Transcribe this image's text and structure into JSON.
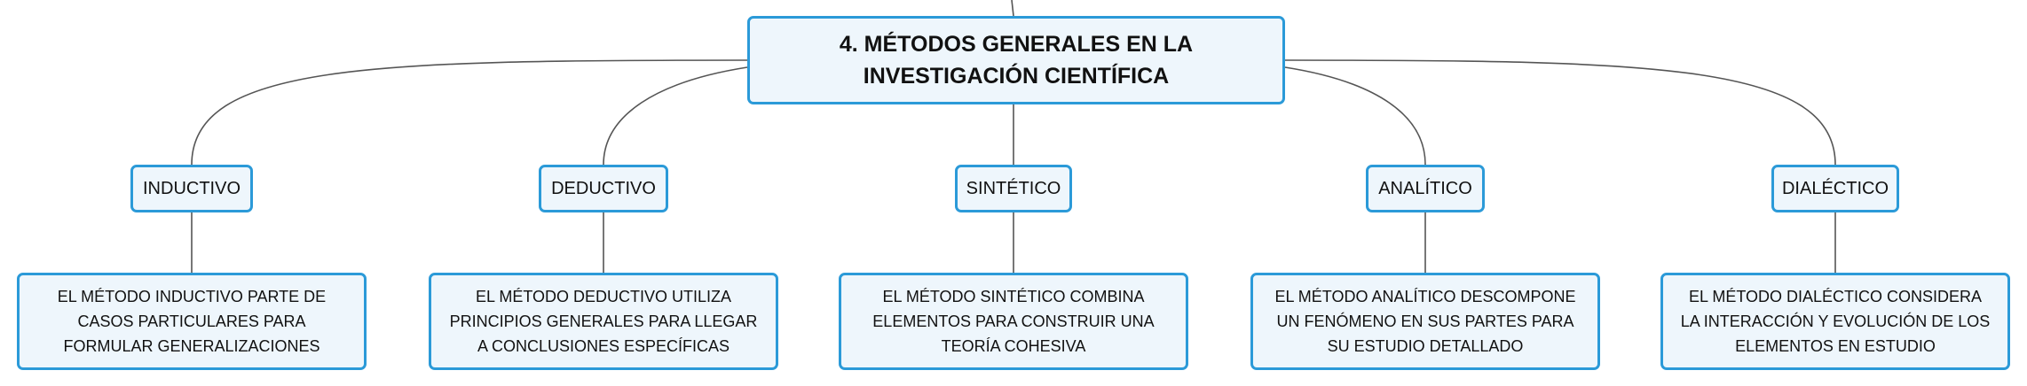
{
  "root": {
    "title": "4. MÉTODOS GENERALES EN LA INVESTIGACIÓN CIENTÍFICA"
  },
  "methods": [
    {
      "label": "INDUCTIVO",
      "description": "EL MÉTODO INDUCTIVO PARTE DE CASOS PARTICULARES PARA FORMULAR GENERALIZACIONES"
    },
    {
      "label": "DEDUCTIVO",
      "description": "EL MÉTODO DEDUCTIVO UTILIZA PRINCIPIOS GENERALES PARA LLEGAR A CONCLUSIONES ESPECÍFICAS"
    },
    {
      "label": "SINTÉTICO",
      "description": "EL MÉTODO SINTÉTICO COMBINA ELEMENTOS PARA CONSTRUIR UNA TEORÍA COHESIVA"
    },
    {
      "label": "ANALÍTICO",
      "description": "EL MÉTODO ANALÍTICO DESCOMPONE UN FENÓMENO EN SUS PARTES PARA SU ESTUDIO DETALLADO"
    },
    {
      "label": "DIALÉCTICO",
      "description": "EL MÉTODO DIALÉCTICO CONSIDERA LA INTERACCIÓN Y EVOLUCIÓN DE LOS ELEMENTOS EN ESTUDIO"
    }
  ],
  "colors": {
    "border": "#2b9ad8",
    "fill": "#eef6fc",
    "line": "#555555"
  }
}
